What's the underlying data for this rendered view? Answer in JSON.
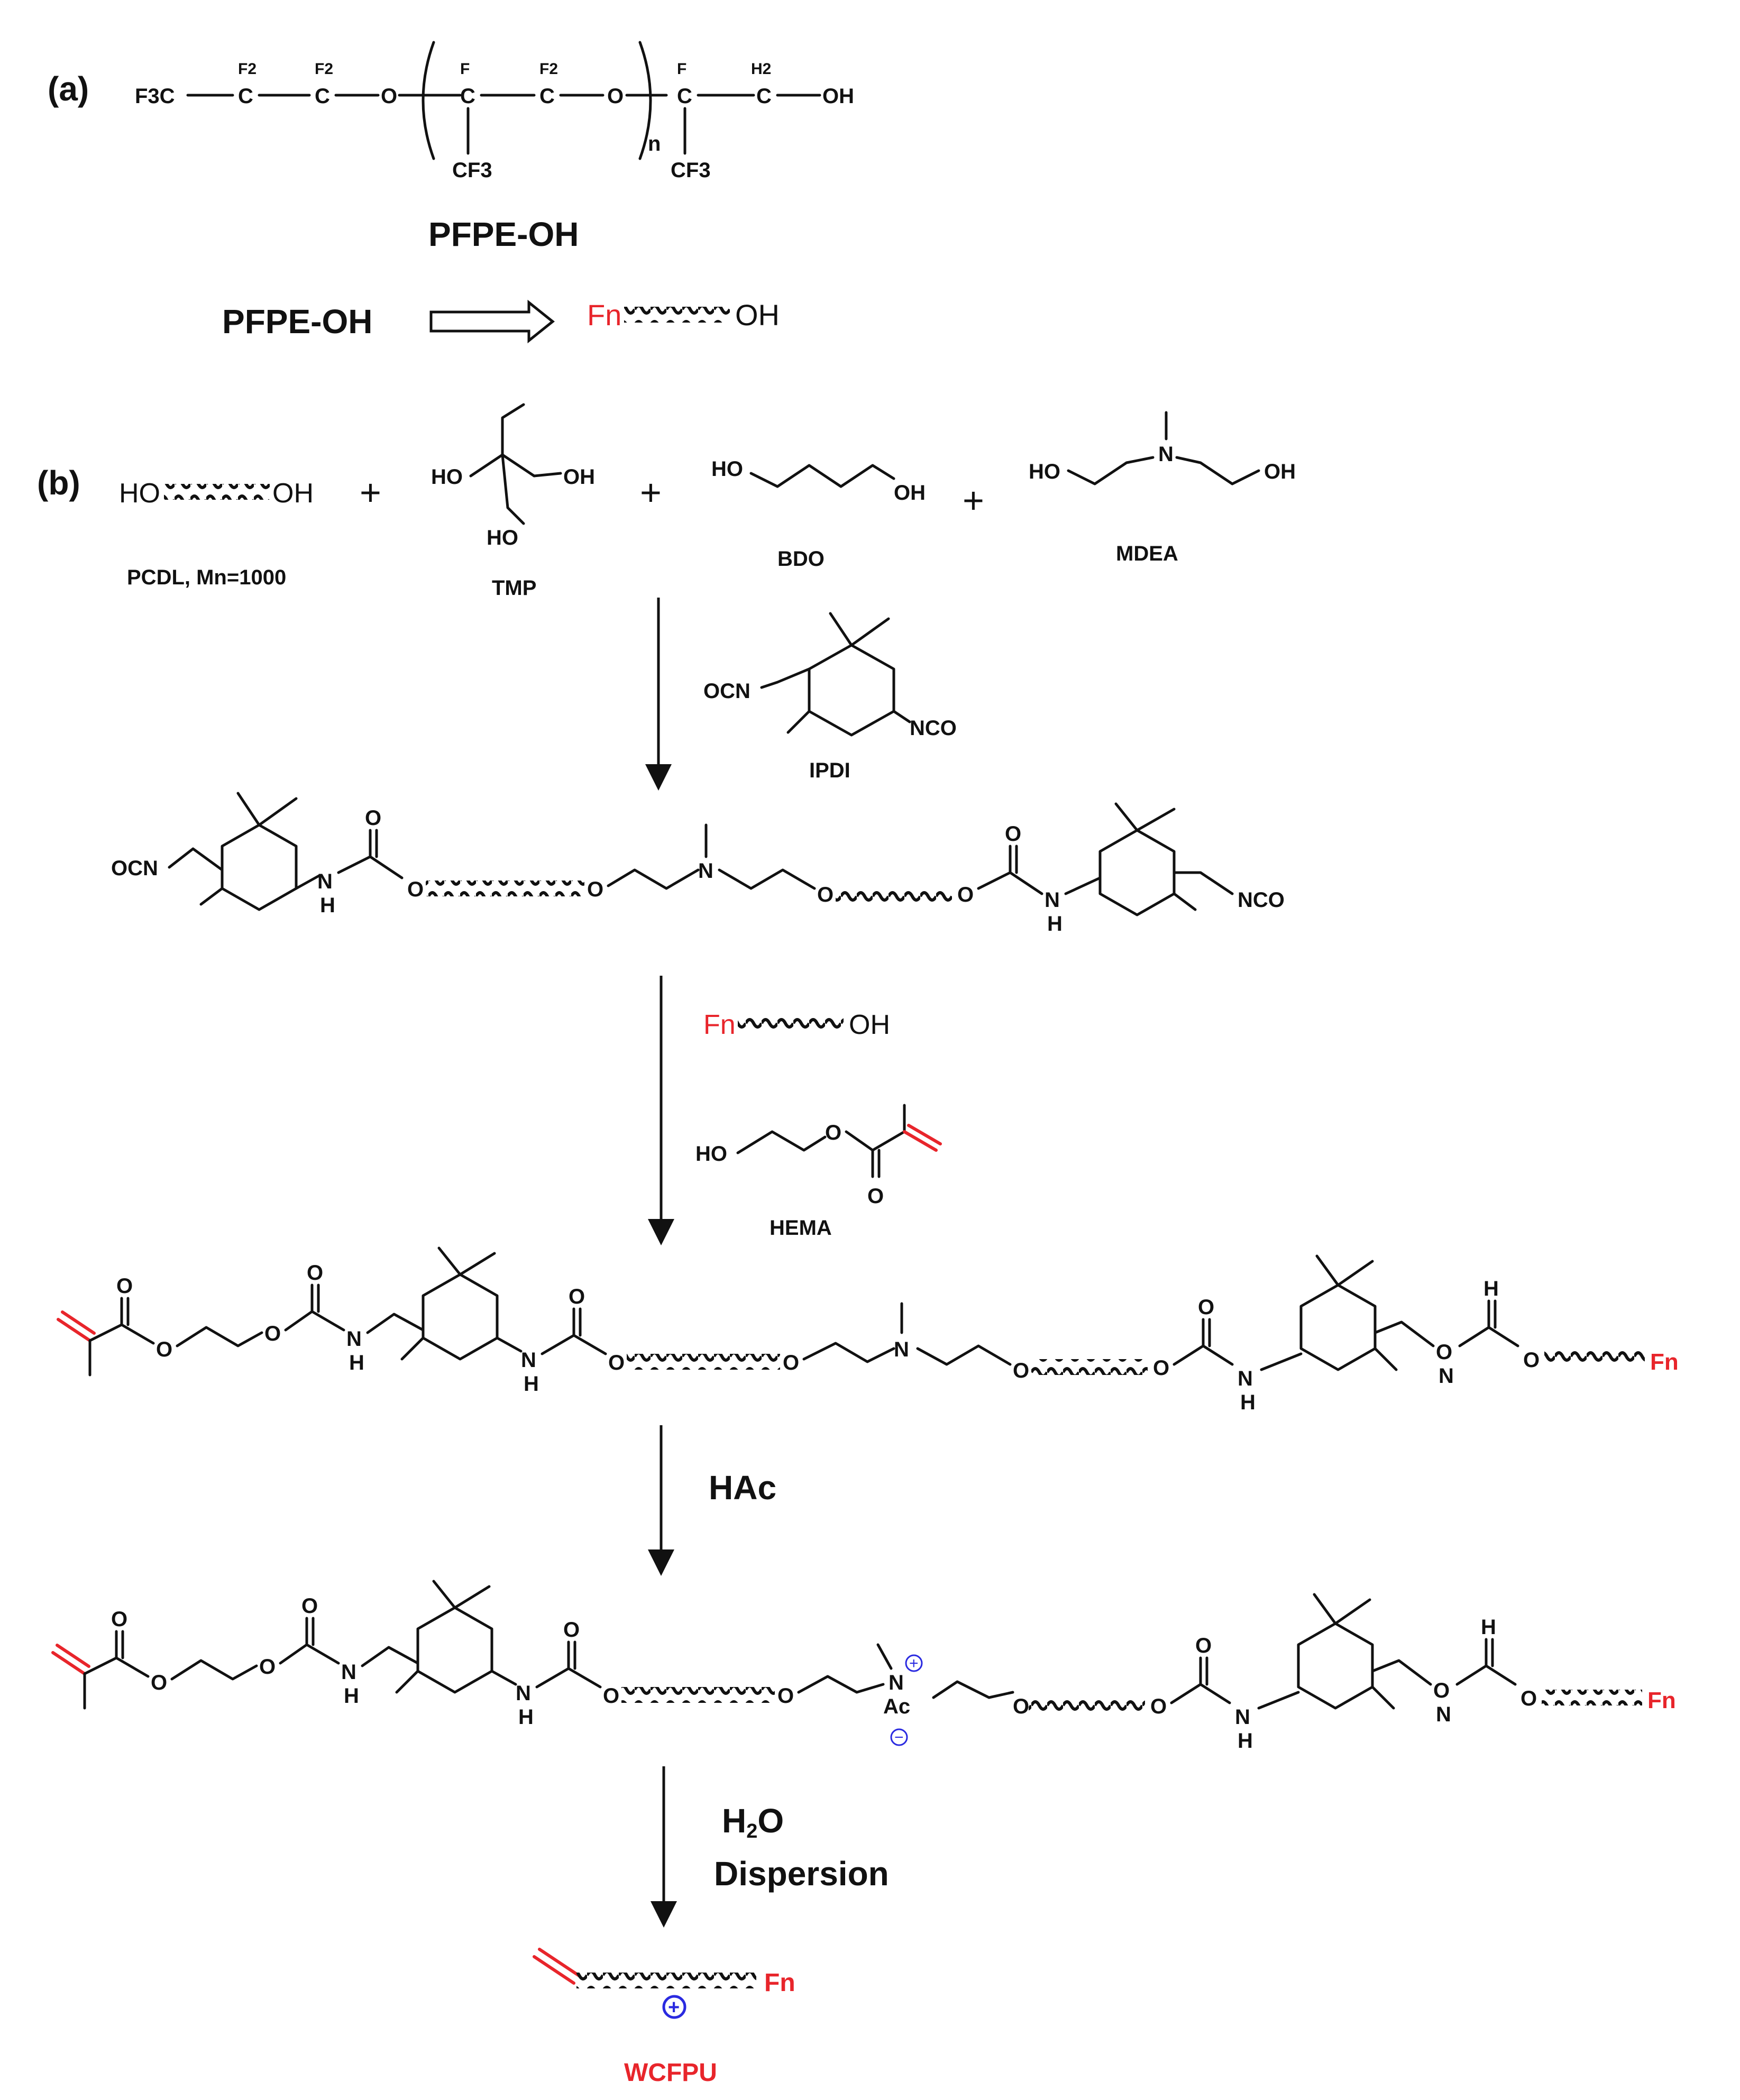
{
  "panel_a": {
    "tag": "(a)",
    "formula_atoms": [
      "F3C",
      "F2",
      "C",
      "F2",
      "C",
      "O",
      "F",
      "C",
      "F2",
      "C",
      "O",
      "n",
      "F",
      "C",
      "H2",
      "C",
      "OH",
      "CF3",
      "CF3"
    ],
    "name": "PFPE-OH",
    "shorthand_reactant": "PFPE-OH",
    "shorthand_product_F": "Fn",
    "shorthand_product_OH": "OH"
  },
  "panel_b": {
    "tag": "(b)",
    "reagents": [
      {
        "name": "PCDL, Mn=1000",
        "left_group": "HO",
        "right_group": "OH"
      },
      {
        "name": "TMP",
        "groups": [
          "HO",
          "OH",
          "HO"
        ]
      },
      {
        "name": "BDO",
        "groups": [
          "HO",
          "OH"
        ]
      },
      {
        "name": "MDEA",
        "groups": [
          "HO",
          "N",
          "OH"
        ]
      }
    ],
    "plus_sign": "+",
    "step1": {
      "reagent_name": "IPDI",
      "groups": [
        "OCN",
        "NCO"
      ]
    },
    "intermediate1_atoms": [
      "OCN",
      "O",
      "N",
      "H",
      "O",
      "O",
      "N",
      "O",
      "O",
      "O",
      "N",
      "H",
      "NCO"
    ],
    "step2": {
      "reagent1_F": "Fn",
      "reagent1_OH": "OH",
      "reagent2_atoms": [
        "HO",
        "O",
        "O"
      ],
      "reagent2_name": "HEMA"
    },
    "intermediate2_atoms": [
      "O",
      "O",
      "O",
      "O",
      "N",
      "H",
      "N",
      "H",
      "O",
      "O",
      "O",
      "N",
      "O",
      "O",
      "O",
      "N",
      "H",
      "O",
      "N",
      "H",
      "O",
      "Fn"
    ],
    "step3": {
      "reagent": "HAc"
    },
    "intermediate3_atoms": [
      "N",
      "Ac",
      "+",
      "−"
    ],
    "step4": {
      "reagent": "H2O",
      "subtitle": "Dispersion"
    },
    "product": {
      "name": "WCFPU",
      "end_group": "Fn",
      "charge": "+"
    }
  },
  "colors": {
    "ink": "#111111",
    "red": "#e8252b",
    "blue": "#2a2ae0"
  }
}
